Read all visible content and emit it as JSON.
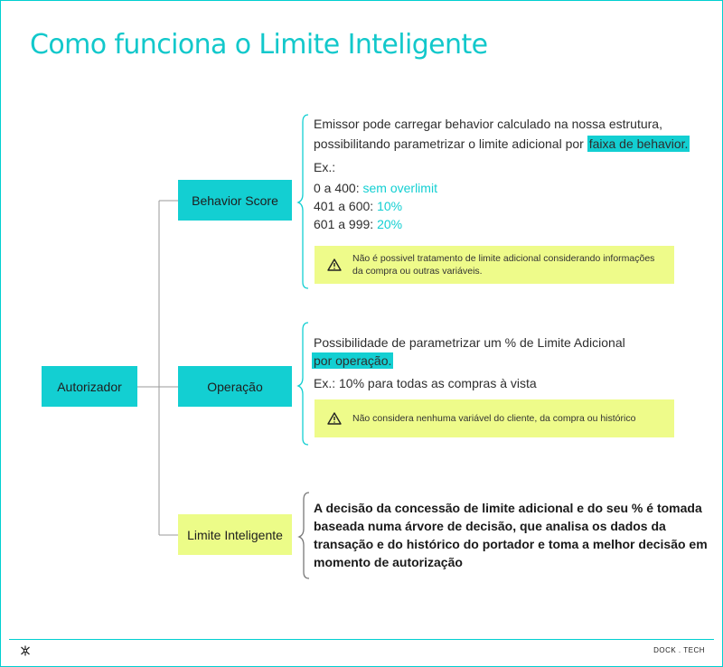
{
  "title": "Como funciona o Limite Inteligente",
  "root": {
    "label": "Autorizador"
  },
  "branches": [
    {
      "label": "Behavior Score"
    },
    {
      "label": "Operação"
    },
    {
      "label": "Limite Inteligente"
    }
  ],
  "behavior": {
    "line1": "Emissor pode carregar behavior calculado na nossa estrutura,",
    "line2_pre": "possibilitando parametrizar o limite adicional por",
    "line2_hl": "faixa de behavior.",
    "ex_label": "Ex.:",
    "ranges": [
      {
        "range": "0 a 400: ",
        "value": "sem overlimit"
      },
      {
        "range": "401 a 600: ",
        "value": "10%"
      },
      {
        "range": "601 a 999: ",
        "value": "20%"
      }
    ],
    "warning_line1": "Não é possivel tratamento de limite adicional considerando informações",
    "warning_line2": "da compra ou outras variáveis."
  },
  "operacao": {
    "line1": "Possibilidade de parametrizar um % de Limite Adicional",
    "line2_hl": "por operação.",
    "example": "Ex.: 10% para todas as compras à vista",
    "warning": "Não considera nenhuma variável do cliente, da compra ou histórico"
  },
  "inteligente": {
    "lines": [
      "A decisão da concessão de limite adicional e do seu % é tomada",
      "baseada numa árvore de decisão, que analisa os dados da",
      "transação e do histórico do portador e toma a melhor decisão em",
      "momento de autorização"
    ]
  },
  "footer": {
    "brand": "DOCK . TECH"
  },
  "colors": {
    "accent": "#13cfd2",
    "highlight_yellow": "#ecfc88",
    "frame": "#00cfd0"
  }
}
